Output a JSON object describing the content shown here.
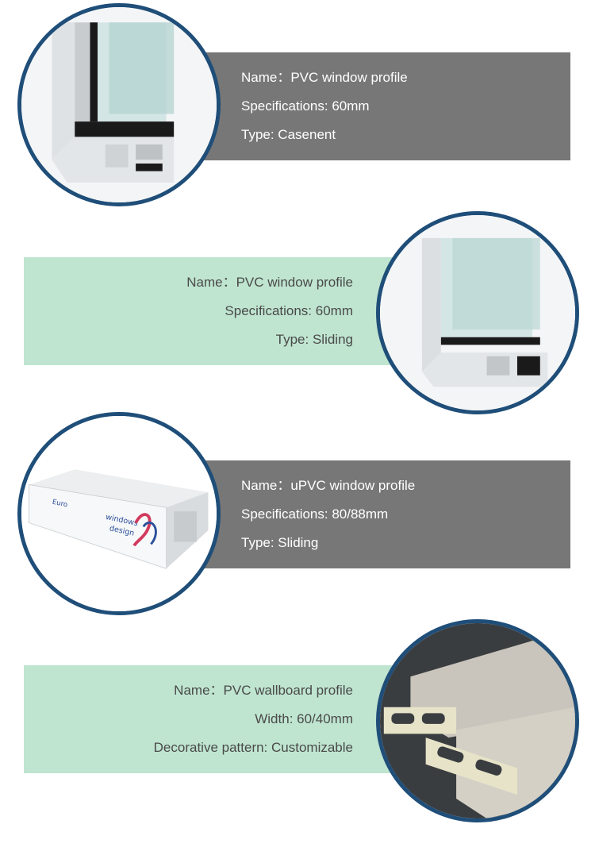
{
  "products": [
    {
      "name": "Name：PVC window profile",
      "spec": "Specifications: 60mm",
      "type": "Type: Casenent",
      "image_icon": "casement-window-profile-icon"
    },
    {
      "name": "Name：PVC window profile",
      "spec": "Specifications: 60mm",
      "type": "Type: Sliding",
      "image_icon": "sliding-window-profile-icon"
    },
    {
      "name": "Name：uPVC window profile",
      "spec": "Specifications: 80/88mm",
      "type": "Type: Sliding",
      "image_icon": "upvc-profile-icon",
      "logo_text": [
        "Euro",
        "windows",
        "design"
      ]
    },
    {
      "name": "Name：PVC wallboard profile",
      "spec": "Width: 60/40mm",
      "type": "Decorative pattern: Customizable",
      "image_icon": "wallboard-profile-icon"
    }
  ],
  "colors": {
    "gray_panel": "#777777",
    "mint_panel": "#bfe5d0",
    "circle_border": "#1f4e79"
  }
}
